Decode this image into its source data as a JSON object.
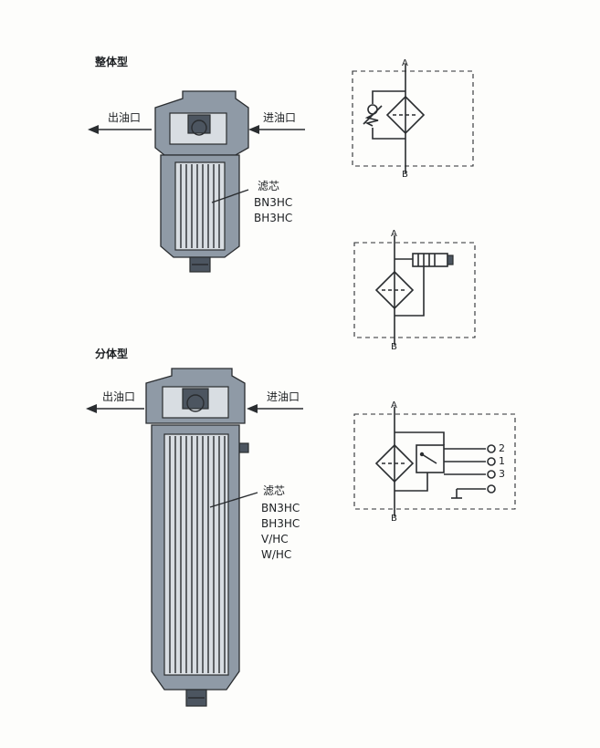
{
  "integral_section": {
    "title": "整体型",
    "outlet_label": "出油口",
    "inlet_label": "进油口",
    "element_title": "滤芯",
    "element_models": [
      "BN3HC",
      "BH3HC"
    ]
  },
  "split_section": {
    "title": "分体型",
    "outlet_label": "出油口",
    "inlet_label": "进油口",
    "element_title": "滤芯",
    "element_models": [
      "BN3HC",
      "BH3HC",
      "V/HC",
      "W/HC"
    ]
  },
  "symbol_bypass": {
    "port_a": "A",
    "port_b": "B"
  },
  "symbol_indicator": {
    "port_a": "A",
    "port_b": "B"
  },
  "symbol_electric": {
    "port_a": "A",
    "port_b": "B",
    "terminal_labels": [
      "2",
      "1",
      "3"
    ]
  }
}
